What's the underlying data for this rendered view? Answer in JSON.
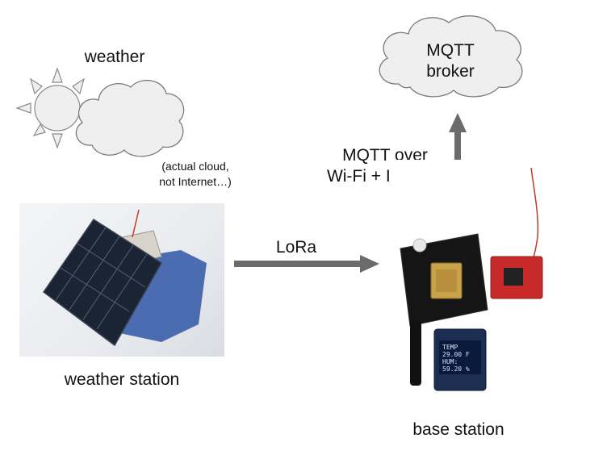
{
  "weather": {
    "title": "weather",
    "note_line1": "(actual cloud,",
    "note_line2": "not Internet…)"
  },
  "broker": {
    "line1": "MQTT",
    "line2": "broker"
  },
  "link_up": {
    "line1": "MQTT over",
    "line2": "Wi-Fi + Internet"
  },
  "link_lora": {
    "label": "LoRa"
  },
  "weather_station": {
    "label": "weather station"
  },
  "base_station": {
    "label": "base station",
    "oled_line1": "TEMP",
    "oled_line2": "29.00 F",
    "oled_line3": "HUM:",
    "oled_line4": "59.20 %"
  },
  "colors": {
    "cloud_fill": "#efefef",
    "cloud_stroke": "#7a7a7a",
    "sun_fill": "#efefef",
    "arrow": "#6b6b6b",
    "solar_panel": "#1b2433",
    "board": "#151515",
    "lora_module": "#c82a2a",
    "oled_screen": "#0a1a3a"
  }
}
